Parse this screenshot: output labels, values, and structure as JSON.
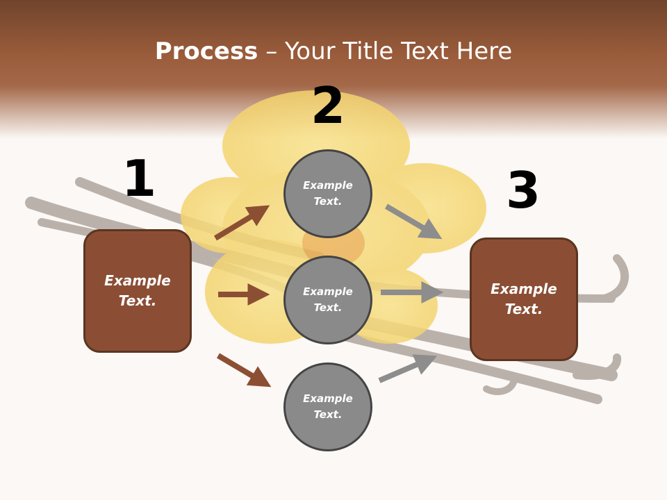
{
  "title": {
    "bold": "Process",
    "rest": " – Your Title Text Here"
  },
  "steps": [
    {
      "number": "1",
      "text": "Example Text."
    },
    {
      "number": "2"
    },
    {
      "number": "3",
      "text": "Example Text."
    }
  ],
  "circles": [
    {
      "text": "Example Text."
    },
    {
      "text": "Example Text."
    },
    {
      "text": "Example Text."
    }
  ],
  "colors": {
    "brown_box": "#8b4e35",
    "brown_arrow": "#8c4f33",
    "gray_circle": "#8a8a8a",
    "gray_arrow": "#8d8d8d",
    "flower": "#f5d66a"
  }
}
